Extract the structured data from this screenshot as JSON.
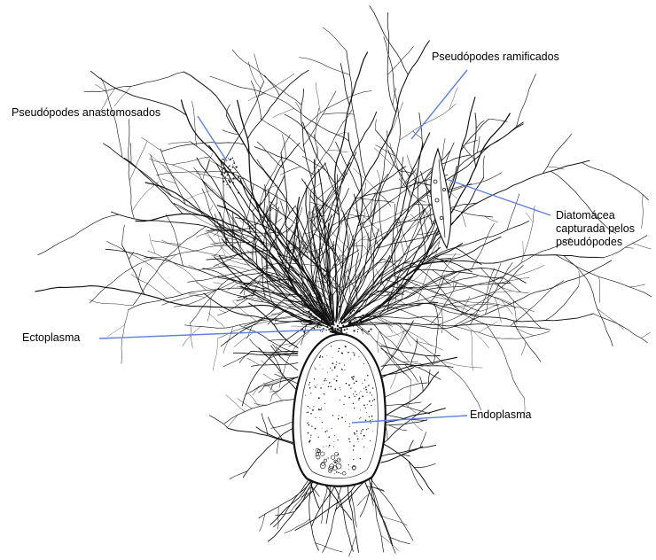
{
  "diagram": {
    "leader_color": "#5b80e0",
    "ink_color": "#111111",
    "labels": {
      "pseudopodes_ramificados": "Pseudópodes ramificados",
      "pseudopodes_anastomosados": "Pseudópodes anastomosados",
      "diatomacea": [
        "Diatomácea",
        "capturada pelos",
        "pseudópodes"
      ],
      "ectoplasma": "Ectoplasma",
      "endoplasma": "Endoplasma"
    }
  }
}
